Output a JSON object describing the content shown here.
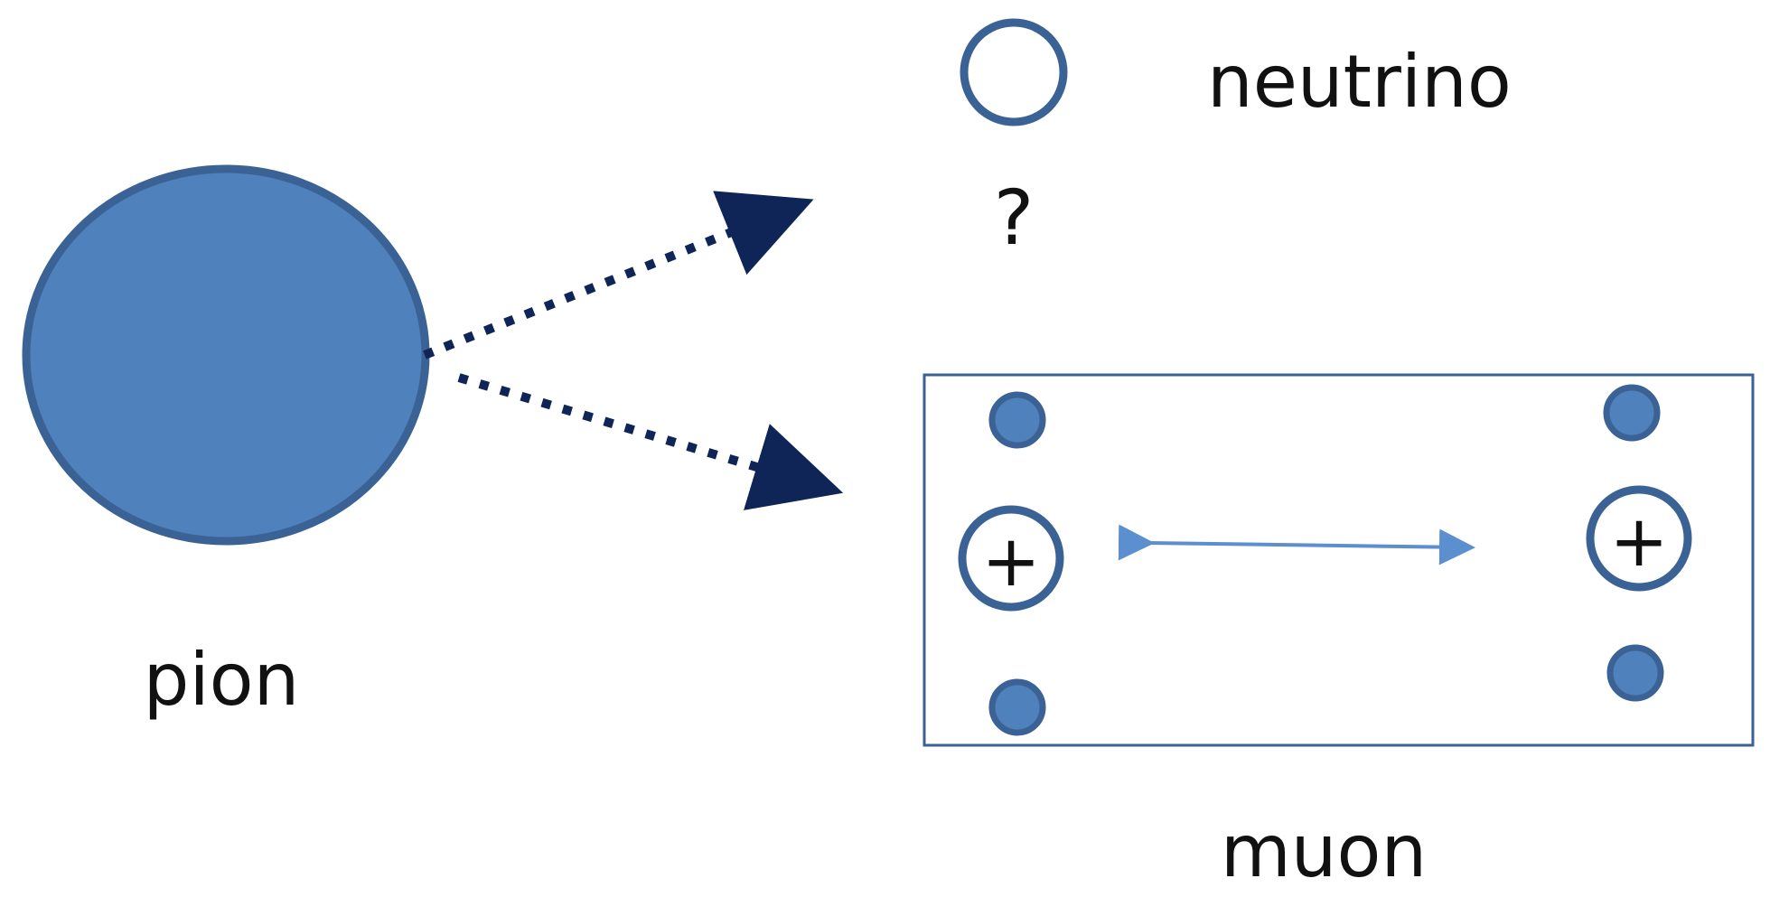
{
  "labels": {
    "pion": "pion",
    "neutrino": "neutrino",
    "unknown": "?",
    "muon": "muon",
    "charge_left": "+",
    "charge_right": "+"
  },
  "colors": {
    "pion_fill": "#4f81bd",
    "pion_stroke": "#3b6294",
    "neutrino_stroke": "#3b6294",
    "arrow": "#0f2557",
    "box_stroke": "#3b6294",
    "small_particle_fill": "#4f81bd",
    "double_arrow": "#5b8fcf"
  },
  "icons": {
    "pion": "filled-circle",
    "neutrino": "hollow-circle",
    "muon_box_particles": "small-filled-circles",
    "charges": "plus-in-circle"
  }
}
